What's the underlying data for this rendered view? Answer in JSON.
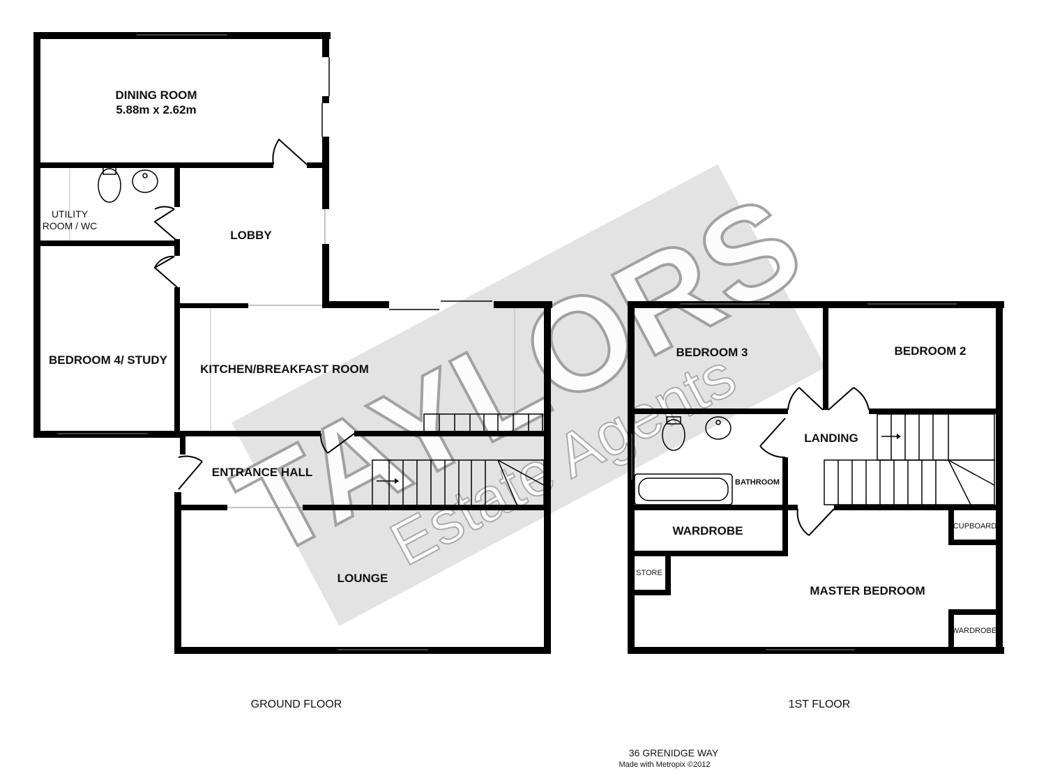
{
  "watermark": {
    "brand": "TAYLORS",
    "subtitle": "Estate Agents"
  },
  "ground_floor": {
    "caption": "GROUND FLOOR",
    "rooms": {
      "dining_room": "DINING ROOM",
      "dining_room_size": "5.88m x 2.62m",
      "utility_line1": "UTILITY",
      "utility_line2": "ROOM / WC",
      "lobby": "LOBBY",
      "bedroom4": "BEDROOM 4/ STUDY",
      "kitchen": "KITCHEN/BREAKFAST ROOM",
      "entrance_hall": "ENTRANCE HALL",
      "lounge": "LOUNGE"
    }
  },
  "first_floor": {
    "caption": "1ST FLOOR",
    "rooms": {
      "bedroom3": "BEDROOM 3",
      "bedroom2": "BEDROOM 2",
      "landing": "LANDING",
      "bathroom": "BATHROOM",
      "wardrobe": "WARDROBE",
      "cupboard": "CUPBOARD",
      "store": "STORE",
      "master_bedroom": "MASTER BEDROOM",
      "wardrobe_small": "WARDROBE"
    }
  },
  "footer": {
    "address": "36 GRENIDGE WAY",
    "credit": "Made with Metropix ©2012"
  }
}
